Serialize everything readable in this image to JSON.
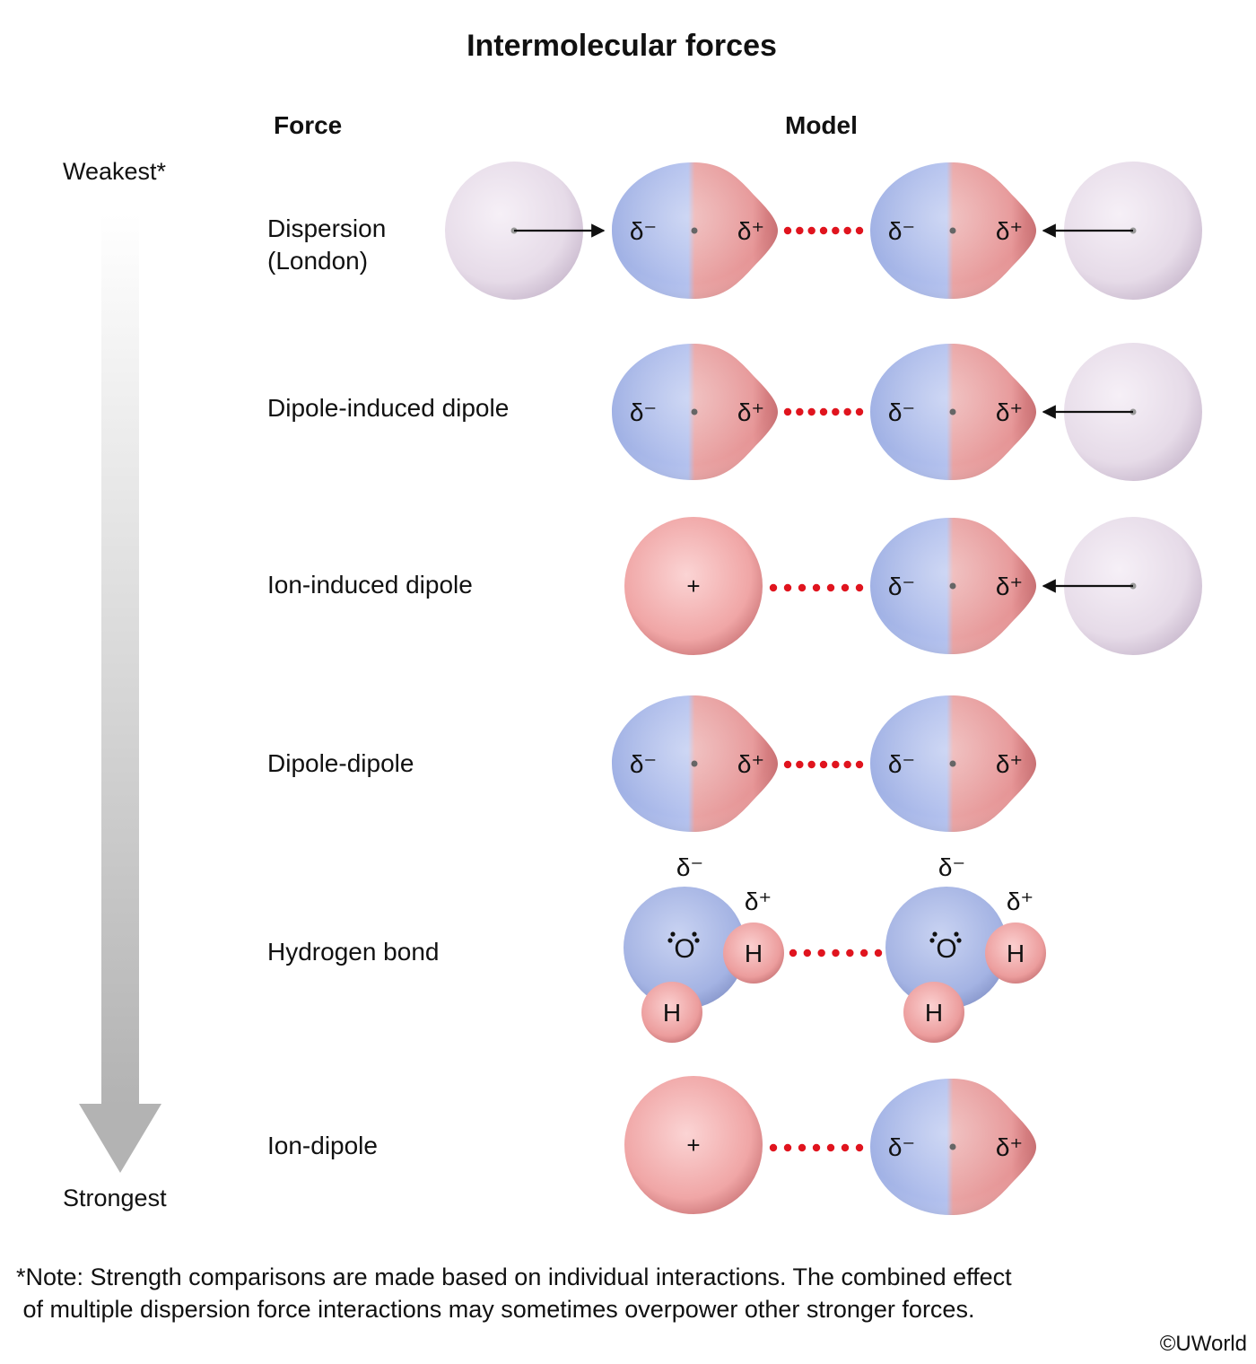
{
  "title": "Intermolecular forces",
  "headers": {
    "force": "Force",
    "model": "Model"
  },
  "scale": {
    "top_label": "Weakest*",
    "bottom_label": "Strongest",
    "direction": "down"
  },
  "colors": {
    "negative_pole": "#a9b9e8",
    "positive_pole": "#e89a9a",
    "neutral_atom": "#ece2ee",
    "ion": "#f2a8a8",
    "interaction_dots": "#e0141e",
    "arrow_gray": "#b5b5b5"
  },
  "symbols": {
    "delta_minus": "δ⁻",
    "delta_plus": "δ⁺",
    "cation": "+",
    "oxygen": "O",
    "hydrogen": "H"
  },
  "rows": [
    {
      "force": "Dispersion\n(London)",
      "force_line1": "Dispersion",
      "force_line2": "(London)",
      "model": [
        "neutral-atom-inducing",
        "dipole",
        "dipole",
        "neutral-atom-inducing"
      ]
    },
    {
      "force": "Dipole-induced dipole",
      "model": [
        "dipole",
        "dipole",
        "neutral-atom-inducing"
      ]
    },
    {
      "force": "Ion-induced dipole",
      "model": [
        "cation",
        "dipole",
        "neutral-atom-inducing"
      ]
    },
    {
      "force": "Dipole-dipole",
      "model": [
        "dipole",
        "dipole"
      ]
    },
    {
      "force": "Hydrogen bond",
      "model": [
        "water",
        "water"
      ]
    },
    {
      "force": "Ion-dipole",
      "model": [
        "cation",
        "dipole"
      ]
    }
  ],
  "note_line1": "*Note: Strength comparisons are made based on individual interactions. The combined effect",
  "note_line2": " of multiple dispersion force interactions may sometimes overpower other stronger forces.",
  "copyright": "©UWorld"
}
